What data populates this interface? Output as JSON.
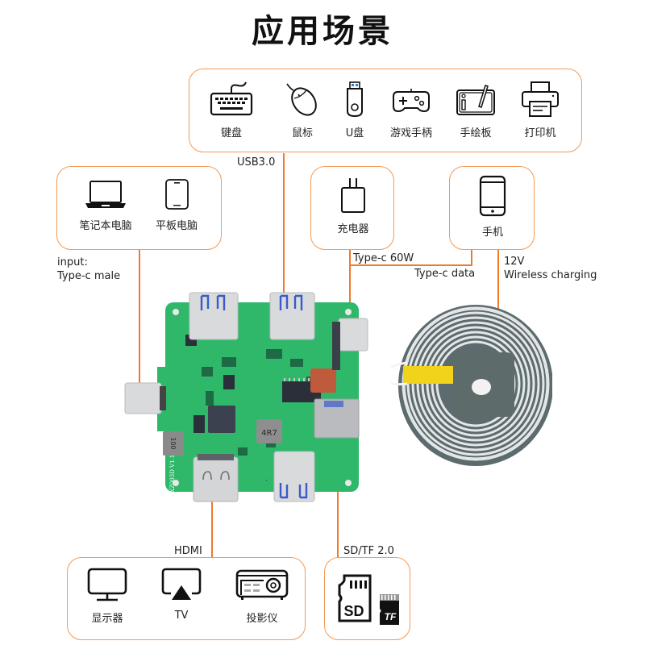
{
  "title": "应用场景",
  "usb_group": {
    "connector_label": "USB3.0",
    "items": [
      {
        "label": "键盘",
        "icon": "keyboard-icon"
      },
      {
        "label": "鼠标",
        "icon": "mouse-icon"
      },
      {
        "label": "U盘",
        "icon": "usb-drive-icon"
      },
      {
        "label": "游戏手柄",
        "icon": "gamepad-icon"
      },
      {
        "label": "手绘板",
        "icon": "drawing-tablet-icon"
      },
      {
        "label": "打印机",
        "icon": "printer-icon"
      }
    ]
  },
  "input_group": {
    "connector_label_line1": "input:",
    "connector_label_line2": "Type-c male",
    "items": [
      {
        "label": "笔记本电脑",
        "icon": "laptop-icon"
      },
      {
        "label": "平板电脑",
        "icon": "tablet-icon"
      }
    ]
  },
  "charger_group": {
    "connector_label": "Type-c 60W",
    "items": [
      {
        "label": "充电器",
        "icon": "charger-icon"
      }
    ]
  },
  "phone_group": {
    "connector_label": "Type-c data",
    "items": [
      {
        "label": "手机",
        "icon": "phone-icon"
      }
    ]
  },
  "wireless": {
    "label_line1": "12V",
    "label_line2": "Wireless charging"
  },
  "hdmi_group": {
    "connector_label": "HDMI",
    "items": [
      {
        "label": "显示器",
        "icon": "monitor-icon"
      },
      {
        "label": "TV",
        "icon": "airplay-tv-icon"
      },
      {
        "label": "投影仪",
        "icon": "projector-icon"
      }
    ]
  },
  "sd_group": {
    "connector_label": "SD/TF 2.0",
    "sd_text": "SD",
    "tf_text": "TF"
  },
  "board": {
    "inductor_1": "4R7",
    "inductor_2": "100",
    "silk": "XZ003D V1.1"
  },
  "colors": {
    "accent": "#f07a2a",
    "box_border": "#f39a55",
    "pcb": "#2fb86a",
    "metal": "#d9dadc"
  }
}
